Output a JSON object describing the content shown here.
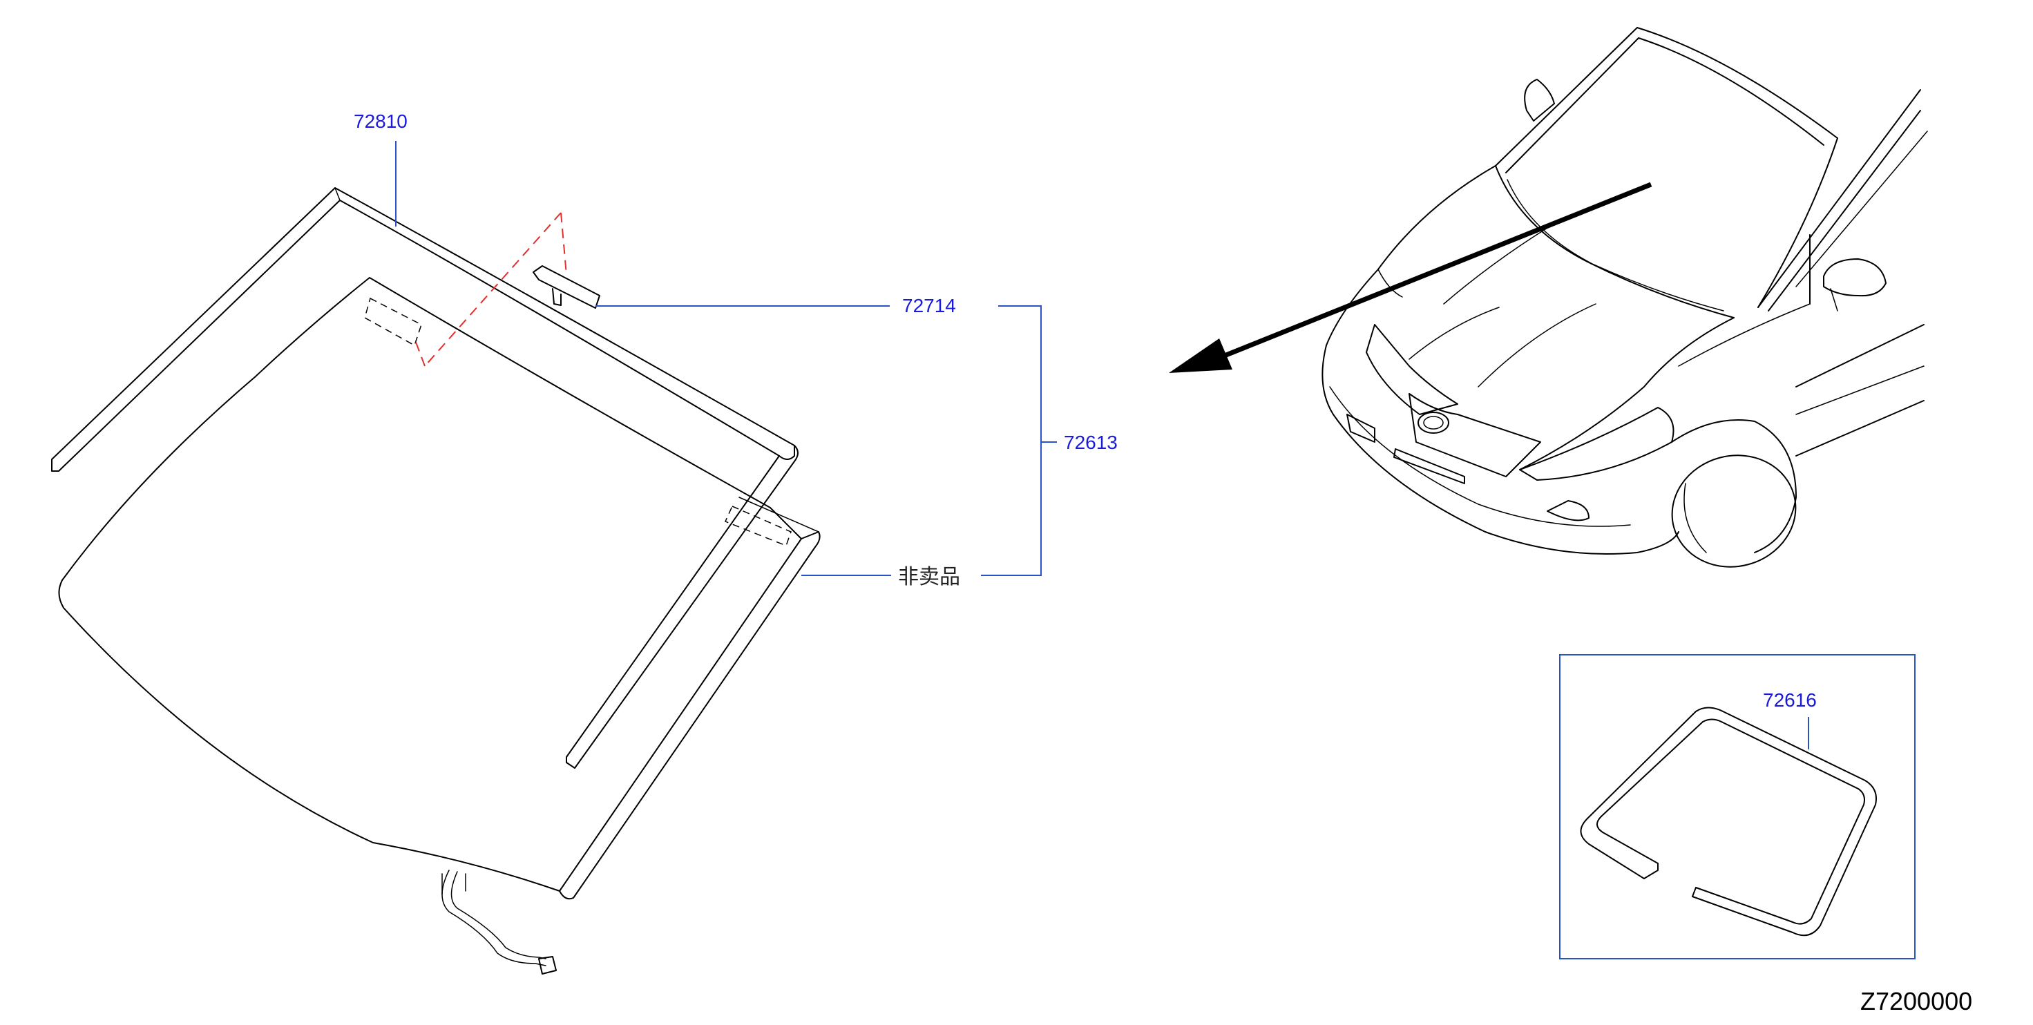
{
  "diagram": {
    "drawing_id": "Z7200000",
    "colors": {
      "callout_text": "#1a1adb",
      "leader_line": "#2a52c8",
      "hidden_line": "#e03030",
      "outline": "#000000"
    },
    "callouts": {
      "molding_top": "72810",
      "bracket": "72714",
      "glass_assembly": "72613",
      "not_sold": "非卖品",
      "inset_molding": "72616"
    }
  }
}
